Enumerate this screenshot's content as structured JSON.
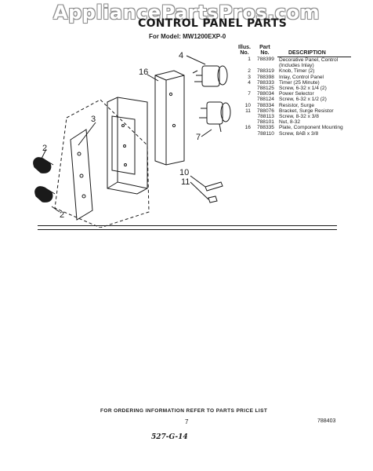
{
  "watermark": "AppliancePartsPros.com",
  "title": "CONTROL PANEL PARTS",
  "model_line": "For Model: MW1200EXP-0",
  "table_headers": {
    "illus": "Illus.",
    "illus_no": "No.",
    "part": "Part",
    "part_no": "No.",
    "description": "DESCRIPTION"
  },
  "parts": [
    {
      "no": "1",
      "part": "788399",
      "desc": "Decorative Panel, Control (Includes Inlay)"
    },
    {
      "no": "2",
      "part": "788319",
      "desc": "Knob, Timer (2)"
    },
    {
      "no": "3",
      "part": "788398",
      "desc": "Inlay, Control Panel"
    },
    {
      "no": "4",
      "part": "788333",
      "desc": "Timer (25 Minute)"
    },
    {
      "no": "",
      "part": "788125",
      "desc": "Screw, 6-32 x 1/4 (2)"
    },
    {
      "no": "7",
      "part": "788034",
      "desc": "Power Selector"
    },
    {
      "no": "",
      "part": "788124",
      "desc": "Screw, 6-32 x 1/2 (2)"
    },
    {
      "no": "10",
      "part": "788334",
      "desc": "Resistor, Surge"
    },
    {
      "no": "11",
      "part": "788076",
      "desc": "Bracket, Surge Resistor"
    },
    {
      "no": "",
      "part": "788113",
      "desc": "Screw, 8-32 x 3/8"
    },
    {
      "no": "",
      "part": "788101",
      "desc": "Nut, 8-32"
    },
    {
      "no": "16",
      "part": "788335",
      "desc": "Plate, Component Mounting"
    },
    {
      "no": "",
      "part": "788110",
      "desc": "Screw, 8AB x 3/8"
    }
  ],
  "diagram": {
    "callouts": {
      "c2a": "2",
      "c2b": "2",
      "c3": "3",
      "c4": "4",
      "c7": "7",
      "c10": "10",
      "c11": "11",
      "c16": "16"
    }
  },
  "footer": {
    "note": "FOR ORDERING INFORMATION REFER TO PARTS PRICE LIST",
    "page": "7",
    "doc_number": "788403",
    "handwritten": "527-G-14"
  }
}
